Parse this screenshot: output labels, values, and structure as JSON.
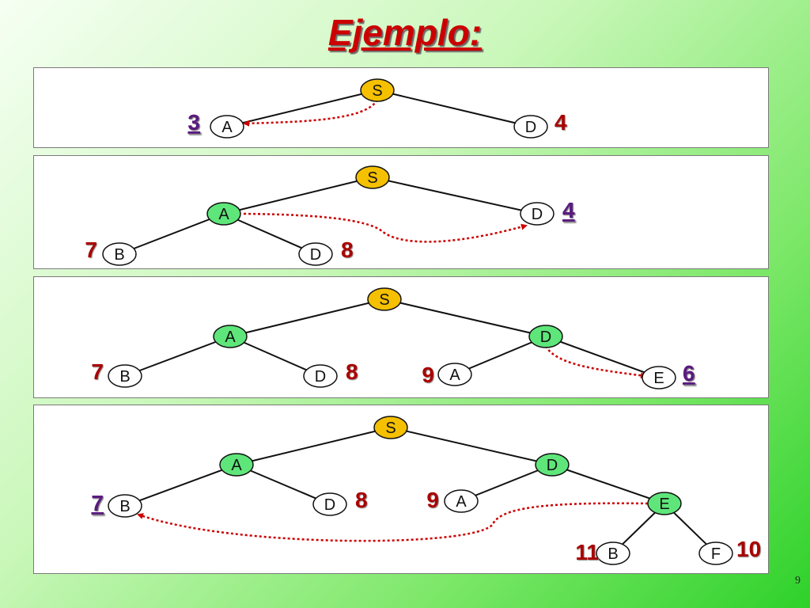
{
  "title": "Ejemplo:",
  "page_number": "9",
  "colors": {
    "title": "#cc0000",
    "root_fill": "#f5c000",
    "expanded_fill": "#5ee67a",
    "open_fill": "#ffffff",
    "edge": "#111111",
    "arrow": "#cc0000",
    "cost_red": "#aa0000",
    "cost_selected": "#5a1a80"
  },
  "panels": [
    {
      "nodes": [
        {
          "id": "S",
          "label": "S",
          "state": "root"
        },
        {
          "id": "A",
          "label": "A",
          "state": "open",
          "cost": "3",
          "selected": true
        },
        {
          "id": "D",
          "label": "D",
          "state": "open",
          "cost": "4"
        }
      ],
      "edges": [
        [
          "S",
          "A"
        ],
        [
          "S",
          "D"
        ]
      ],
      "arrow": [
        "S",
        "A"
      ]
    },
    {
      "nodes": [
        {
          "id": "S",
          "label": "S",
          "state": "root"
        },
        {
          "id": "A",
          "label": "A",
          "state": "expanded"
        },
        {
          "id": "D",
          "label": "D",
          "state": "open",
          "cost": "4",
          "selected": true
        },
        {
          "id": "AB",
          "label": "B",
          "state": "open",
          "cost": "7"
        },
        {
          "id": "AD",
          "label": "D",
          "state": "open",
          "cost": "8"
        }
      ],
      "edges": [
        [
          "S",
          "A"
        ],
        [
          "S",
          "D"
        ],
        [
          "A",
          "AB"
        ],
        [
          "A",
          "AD"
        ]
      ],
      "arrow": [
        "A",
        "D"
      ]
    },
    {
      "nodes": [
        {
          "id": "S",
          "label": "S",
          "state": "root"
        },
        {
          "id": "A",
          "label": "A",
          "state": "expanded"
        },
        {
          "id": "D",
          "label": "D",
          "state": "expanded"
        },
        {
          "id": "AB",
          "label": "B",
          "state": "open",
          "cost": "7"
        },
        {
          "id": "AD",
          "label": "D",
          "state": "open",
          "cost": "8"
        },
        {
          "id": "DA",
          "label": "A",
          "state": "open",
          "cost": "9"
        },
        {
          "id": "DE",
          "label": "E",
          "state": "open",
          "cost": "6",
          "selected": true
        }
      ],
      "edges": [
        [
          "S",
          "A"
        ],
        [
          "S",
          "D"
        ],
        [
          "A",
          "AB"
        ],
        [
          "A",
          "AD"
        ],
        [
          "D",
          "DA"
        ],
        [
          "D",
          "DE"
        ]
      ],
      "arrow": [
        "D",
        "DE"
      ]
    },
    {
      "nodes": [
        {
          "id": "S",
          "label": "S",
          "state": "root"
        },
        {
          "id": "A",
          "label": "A",
          "state": "expanded"
        },
        {
          "id": "D",
          "label": "D",
          "state": "expanded"
        },
        {
          "id": "AB",
          "label": "B",
          "state": "open",
          "cost": "7",
          "selected": true
        },
        {
          "id": "AD",
          "label": "D",
          "state": "open",
          "cost": "8"
        },
        {
          "id": "DA",
          "label": "A",
          "state": "open",
          "cost": "9"
        },
        {
          "id": "DE",
          "label": "E",
          "state": "expanded"
        },
        {
          "id": "EB",
          "label": "B",
          "state": "open",
          "cost": "11"
        },
        {
          "id": "EF",
          "label": "F",
          "state": "open",
          "cost": "10"
        }
      ],
      "edges": [
        [
          "S",
          "A"
        ],
        [
          "S",
          "D"
        ],
        [
          "A",
          "AB"
        ],
        [
          "A",
          "AD"
        ],
        [
          "D",
          "DA"
        ],
        [
          "D",
          "DE"
        ],
        [
          "DE",
          "EB"
        ],
        [
          "DE",
          "EF"
        ]
      ],
      "arrow": [
        "DE",
        "AB"
      ]
    }
  ]
}
